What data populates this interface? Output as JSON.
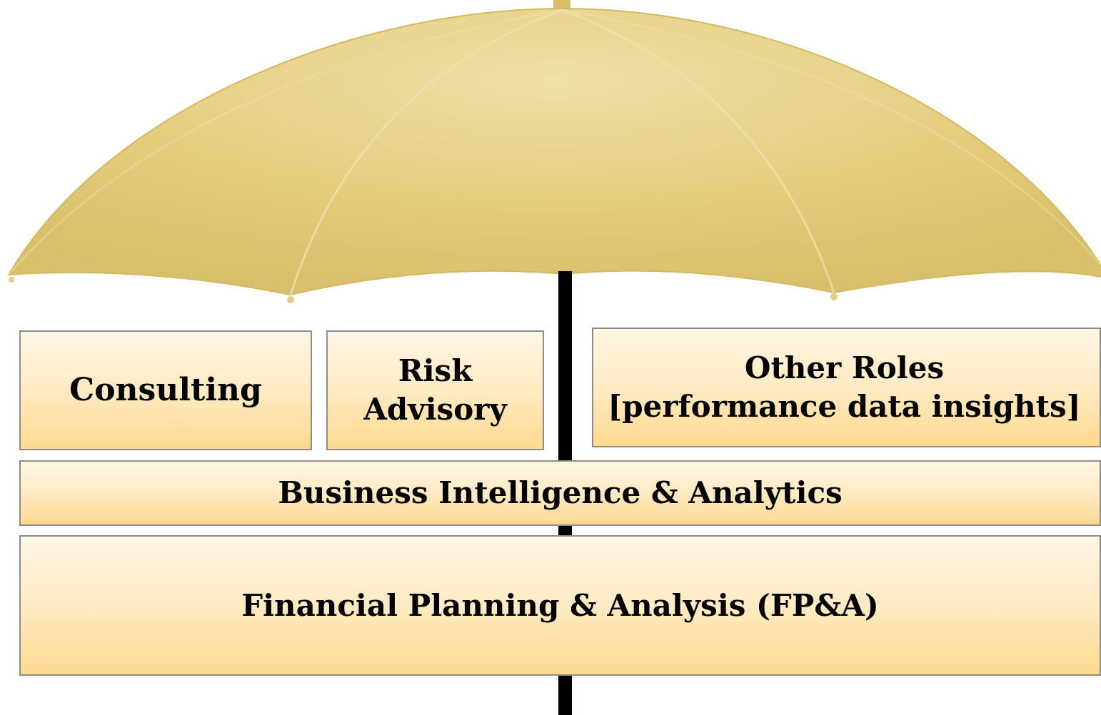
{
  "diagram": {
    "colors": {
      "canopy": "#e4cd7d",
      "canopy_edge": "#d8bd66",
      "pole": "#000000",
      "box_top": "#fff6e6",
      "box_bottom": "#ffd98f",
      "box_border": "#8c8c8c"
    },
    "icons": {
      "umbrella": "umbrella-icon"
    },
    "boxes": {
      "consulting": "Consulting",
      "risk_advisory": {
        "line1": "Risk",
        "line2": "Advisory"
      },
      "other_roles": {
        "line1": "Other Roles",
        "line2": "[performance data insights]"
      },
      "business_intelligence": "Business Intelligence & Analytics",
      "fpa": "Financial Planning & Analysis (FP&A)"
    }
  }
}
